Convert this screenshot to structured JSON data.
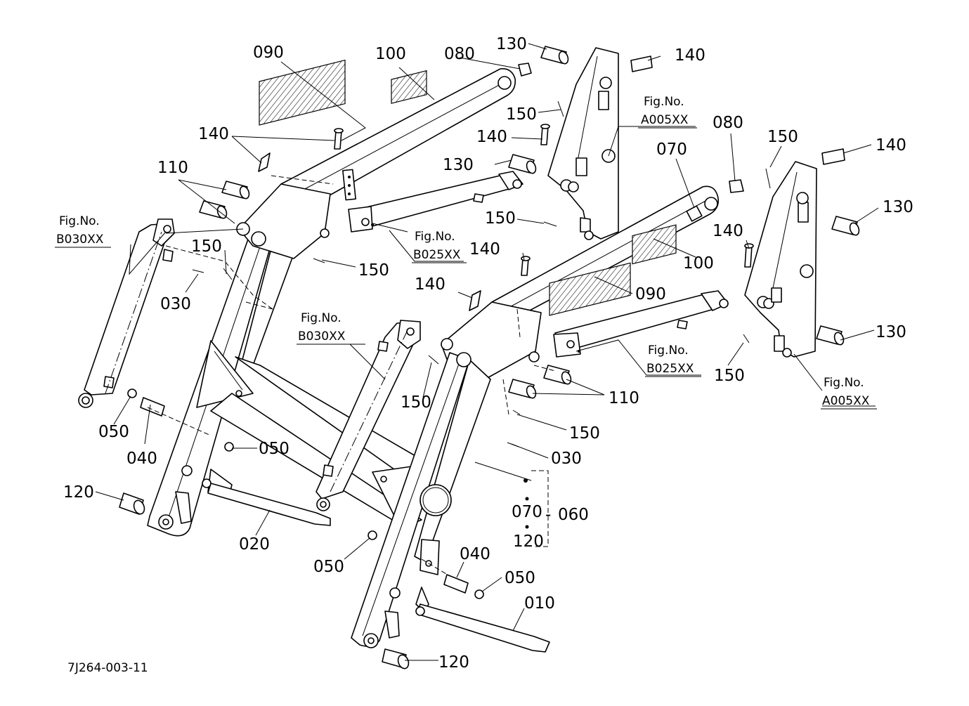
{
  "drawing_code": "7J264-003-11",
  "callouts": {
    "n010": "010",
    "n020": "020",
    "n030a": "030",
    "n030b": "030",
    "n040a": "040",
    "n040b": "040",
    "n050a": "050",
    "n050b": "050",
    "n050c": "050",
    "n050d": "050",
    "n060": "060",
    "n070a": "070",
    "n070b": "070",
    "n080a": "080",
    "n080b": "080",
    "n090a": "090",
    "n090b": "090",
    "n100a": "100",
    "n100b": "100",
    "n110a": "110",
    "n110b": "110",
    "n120a": "120",
    "n120b": "120",
    "n120c": "120",
    "n130a": "130",
    "n130b": "130",
    "n130c": "130",
    "n130d": "130",
    "n140a": "140",
    "n140b": "140",
    "n140c": "140",
    "n140d": "140",
    "n140e": "140",
    "n140f": "140",
    "n150a": "150",
    "n150b": "150",
    "n150c": "150",
    "n150d": "150",
    "n150e": "150",
    "n150f": "150",
    "n150g": "150",
    "n150h": "150"
  },
  "fig_refs": {
    "a005_top": {
      "title": "Fig.No.",
      "code": "A005XX"
    },
    "a005_right": {
      "title": "Fig.No.",
      "code": "A005XX"
    },
    "b030_left": {
      "title": "Fig.No.",
      "code": "B030XX"
    },
    "b030_mid": {
      "title": "Fig.No.",
      "code": "B030XX"
    },
    "b025_top": {
      "title": "Fig.No.",
      "code": "B025XX"
    },
    "b025_right": {
      "title": "Fig.No.",
      "code": "B025XX"
    }
  }
}
